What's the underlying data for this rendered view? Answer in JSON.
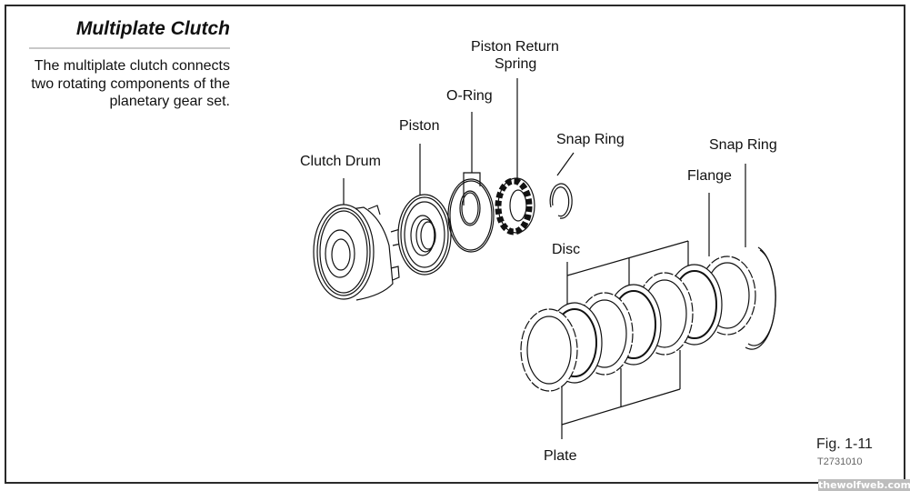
{
  "sidebar": {
    "title": "Multiplate Clutch",
    "description": "The multiplate clutch connects two rotating components of the planetary gear set."
  },
  "diagram": {
    "labels": {
      "clutch_drum": "Clutch Drum",
      "piston": "Piston",
      "o_ring": "O-Ring",
      "piston_return_spring_line1": "Piston Return",
      "piston_return_spring_line2": "Spring",
      "snap_ring_1": "Snap Ring",
      "snap_ring_2": "Snap Ring",
      "flange": "Flange",
      "disc": "Disc",
      "plate": "Plate"
    },
    "figure_number": "Fig. 1-11",
    "figure_code": "T2731010"
  },
  "watermark": "thewolfweb.com"
}
